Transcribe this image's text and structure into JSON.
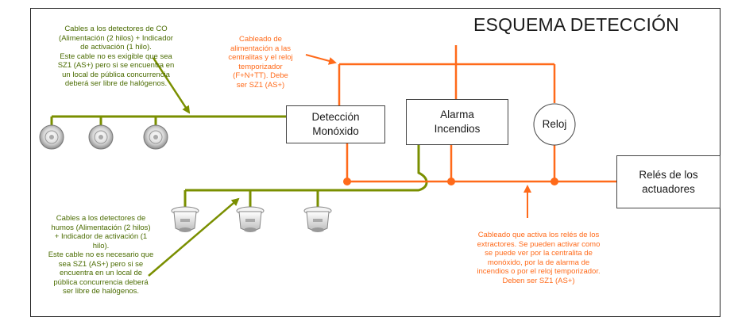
{
  "title": "ESQUEMA DETECCIÓN",
  "boxes": {
    "co_detection": "Detección\nMonóxido",
    "fire_alarm": "Alarma\nIncendios",
    "clock": "Reloj",
    "relays": "Relés de los\nactuadores"
  },
  "notes": {
    "co_cables": "Cables a los detectores de CO\n(Alimentación (2 hilos) + Indicador\nde activación (1 hilo).\nEste cable no es exigible que sea\nSZ1 (AS+) pero si se encuentra en\nun local de pública concurrencia\ndeberá ser libre de halógenos.",
    "power_cabling": "Cableado de\nalimentación a las\ncentralitas y el reloj\ntemporizador\n(F+N+TT). Debe\nser SZ1 (AS+)",
    "smoke_cables": "Cables a los detectores de\nhumos  (Alimentación (2 hilos)\n+ Indicador de activación (1\nhilo).\nEste cable no es necesario que\nsea SZ1 (AS+) pero si se\nencuentra en un local de\npública concurrencia deberá\nser libre de halógenos.",
    "relay_cabling": "Cableado que activa los relés de los\nextractores. Se pueden activar como\nse puede ver por la centralita de\nmonóxido, por la de alarma de\nincendios o por el reloj temporizador.\nDeben ser SZ1 (AS+)"
  },
  "colors": {
    "green_line": "#7a8f00",
    "orange_line": "#ff6a1a",
    "box_border": "#444444"
  },
  "icons": [
    "co-detector-icon",
    "smoke-detector-icon"
  ]
}
